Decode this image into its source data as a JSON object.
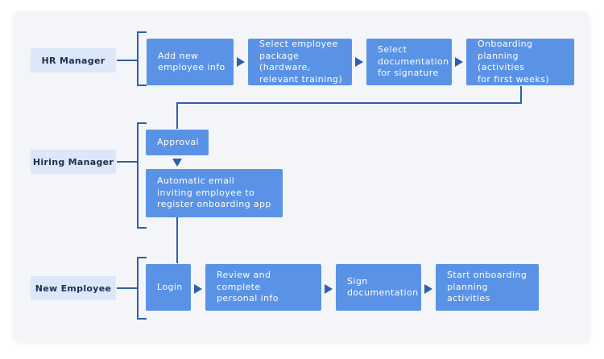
{
  "lanes": {
    "hr_manager": "HR Manager",
    "hiring_manager": "Hiring Manager",
    "new_employee": "New Employee"
  },
  "steps": {
    "add_employee_info": "Add new\nemployee info",
    "select_package": "Select employee\npackage (hardware,\nrelevant training)",
    "select_documentation": "Select\ndocumentation\nfor signature",
    "onboarding_planning": "Onboarding\nplanning (activities\nfor first weeks)",
    "approval": "Approval",
    "automatic_email": "Automatic email\ninviting employee to\nregister onboarding app",
    "login": "Login",
    "review_personal_info": "Review and complete\npersonal info",
    "sign_documentation": "Sign\ndocumentation",
    "start_onboarding": "Start onboarding\nplanning activities"
  },
  "colors": {
    "step_fill": "#5a93e6",
    "lane_fill": "#dce8f9",
    "connector": "#2f5fa8",
    "card_bg": "#f3f5f9"
  }
}
